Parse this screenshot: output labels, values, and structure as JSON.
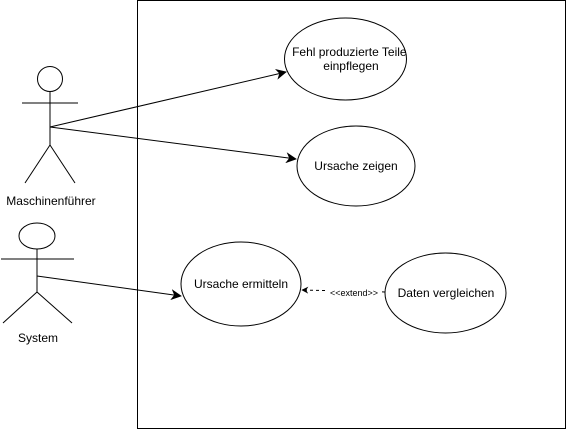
{
  "actors": [
    {
      "id": "operator",
      "label": "Maschinenführer"
    },
    {
      "id": "system",
      "label": "System"
    }
  ],
  "use_cases": [
    {
      "id": "uc-enter-defective-parts",
      "lines": [
        "Fehl produzierte Teile",
        "einpflegen"
      ]
    },
    {
      "id": "uc-show-cause",
      "lines": [
        "Ursache zeigen"
      ]
    },
    {
      "id": "uc-determine-cause",
      "lines": [
        "Ursache ermitteln"
      ]
    },
    {
      "id": "uc-compare-data",
      "lines": [
        "Daten vergleichen"
      ]
    }
  ],
  "relations": [
    {
      "from": "operator",
      "to": "uc-enter-defective-parts",
      "kind": "association"
    },
    {
      "from": "operator",
      "to": "uc-show-cause",
      "kind": "association"
    },
    {
      "from": "system",
      "to": "uc-determine-cause",
      "kind": "association"
    },
    {
      "from": "uc-compare-data",
      "to": "uc-determine-cause",
      "kind": "extend",
      "label": "<<extend>>"
    }
  ],
  "colors": {
    "line": "#000000",
    "background": "#ffffff"
  }
}
